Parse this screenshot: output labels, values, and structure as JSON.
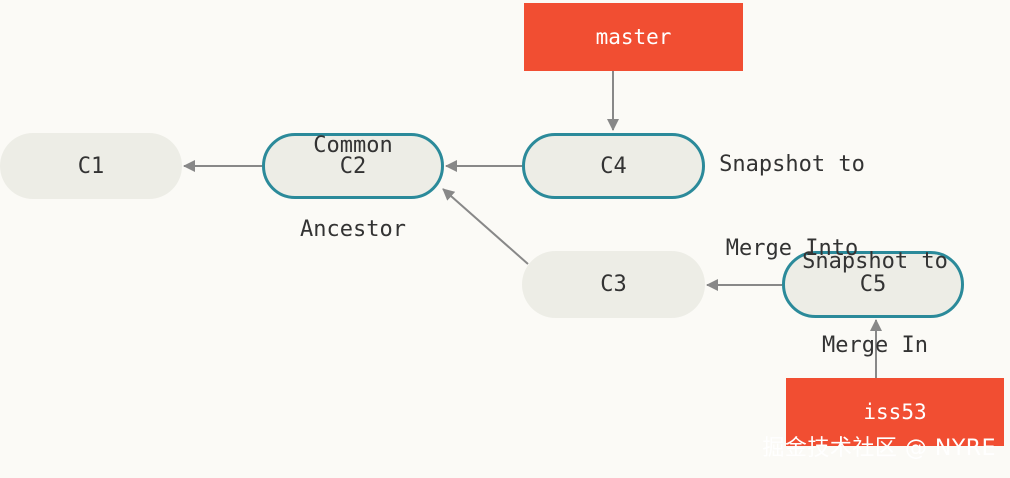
{
  "refs": {
    "master": "master",
    "iss53": "iss53"
  },
  "commits": {
    "c1": "C1",
    "c2": "C2",
    "c3": "C3",
    "c4": "C4",
    "c5": "C5"
  },
  "labels": {
    "common_ancestor": [
      "Common",
      "Ancestor"
    ],
    "snapshot_into": [
      "Snapshot to",
      "Merge Into"
    ],
    "snapshot_in": [
      "Snapshot to",
      "Merge In"
    ]
  },
  "watermark": "掘金技术社区 @ NYRE",
  "colors": {
    "ref_fill": "#f14e32",
    "commit_fill": "#edede6",
    "highlight_border": "#2b8a9a",
    "arrow": "#888888",
    "background": "#fbfaf6"
  }
}
